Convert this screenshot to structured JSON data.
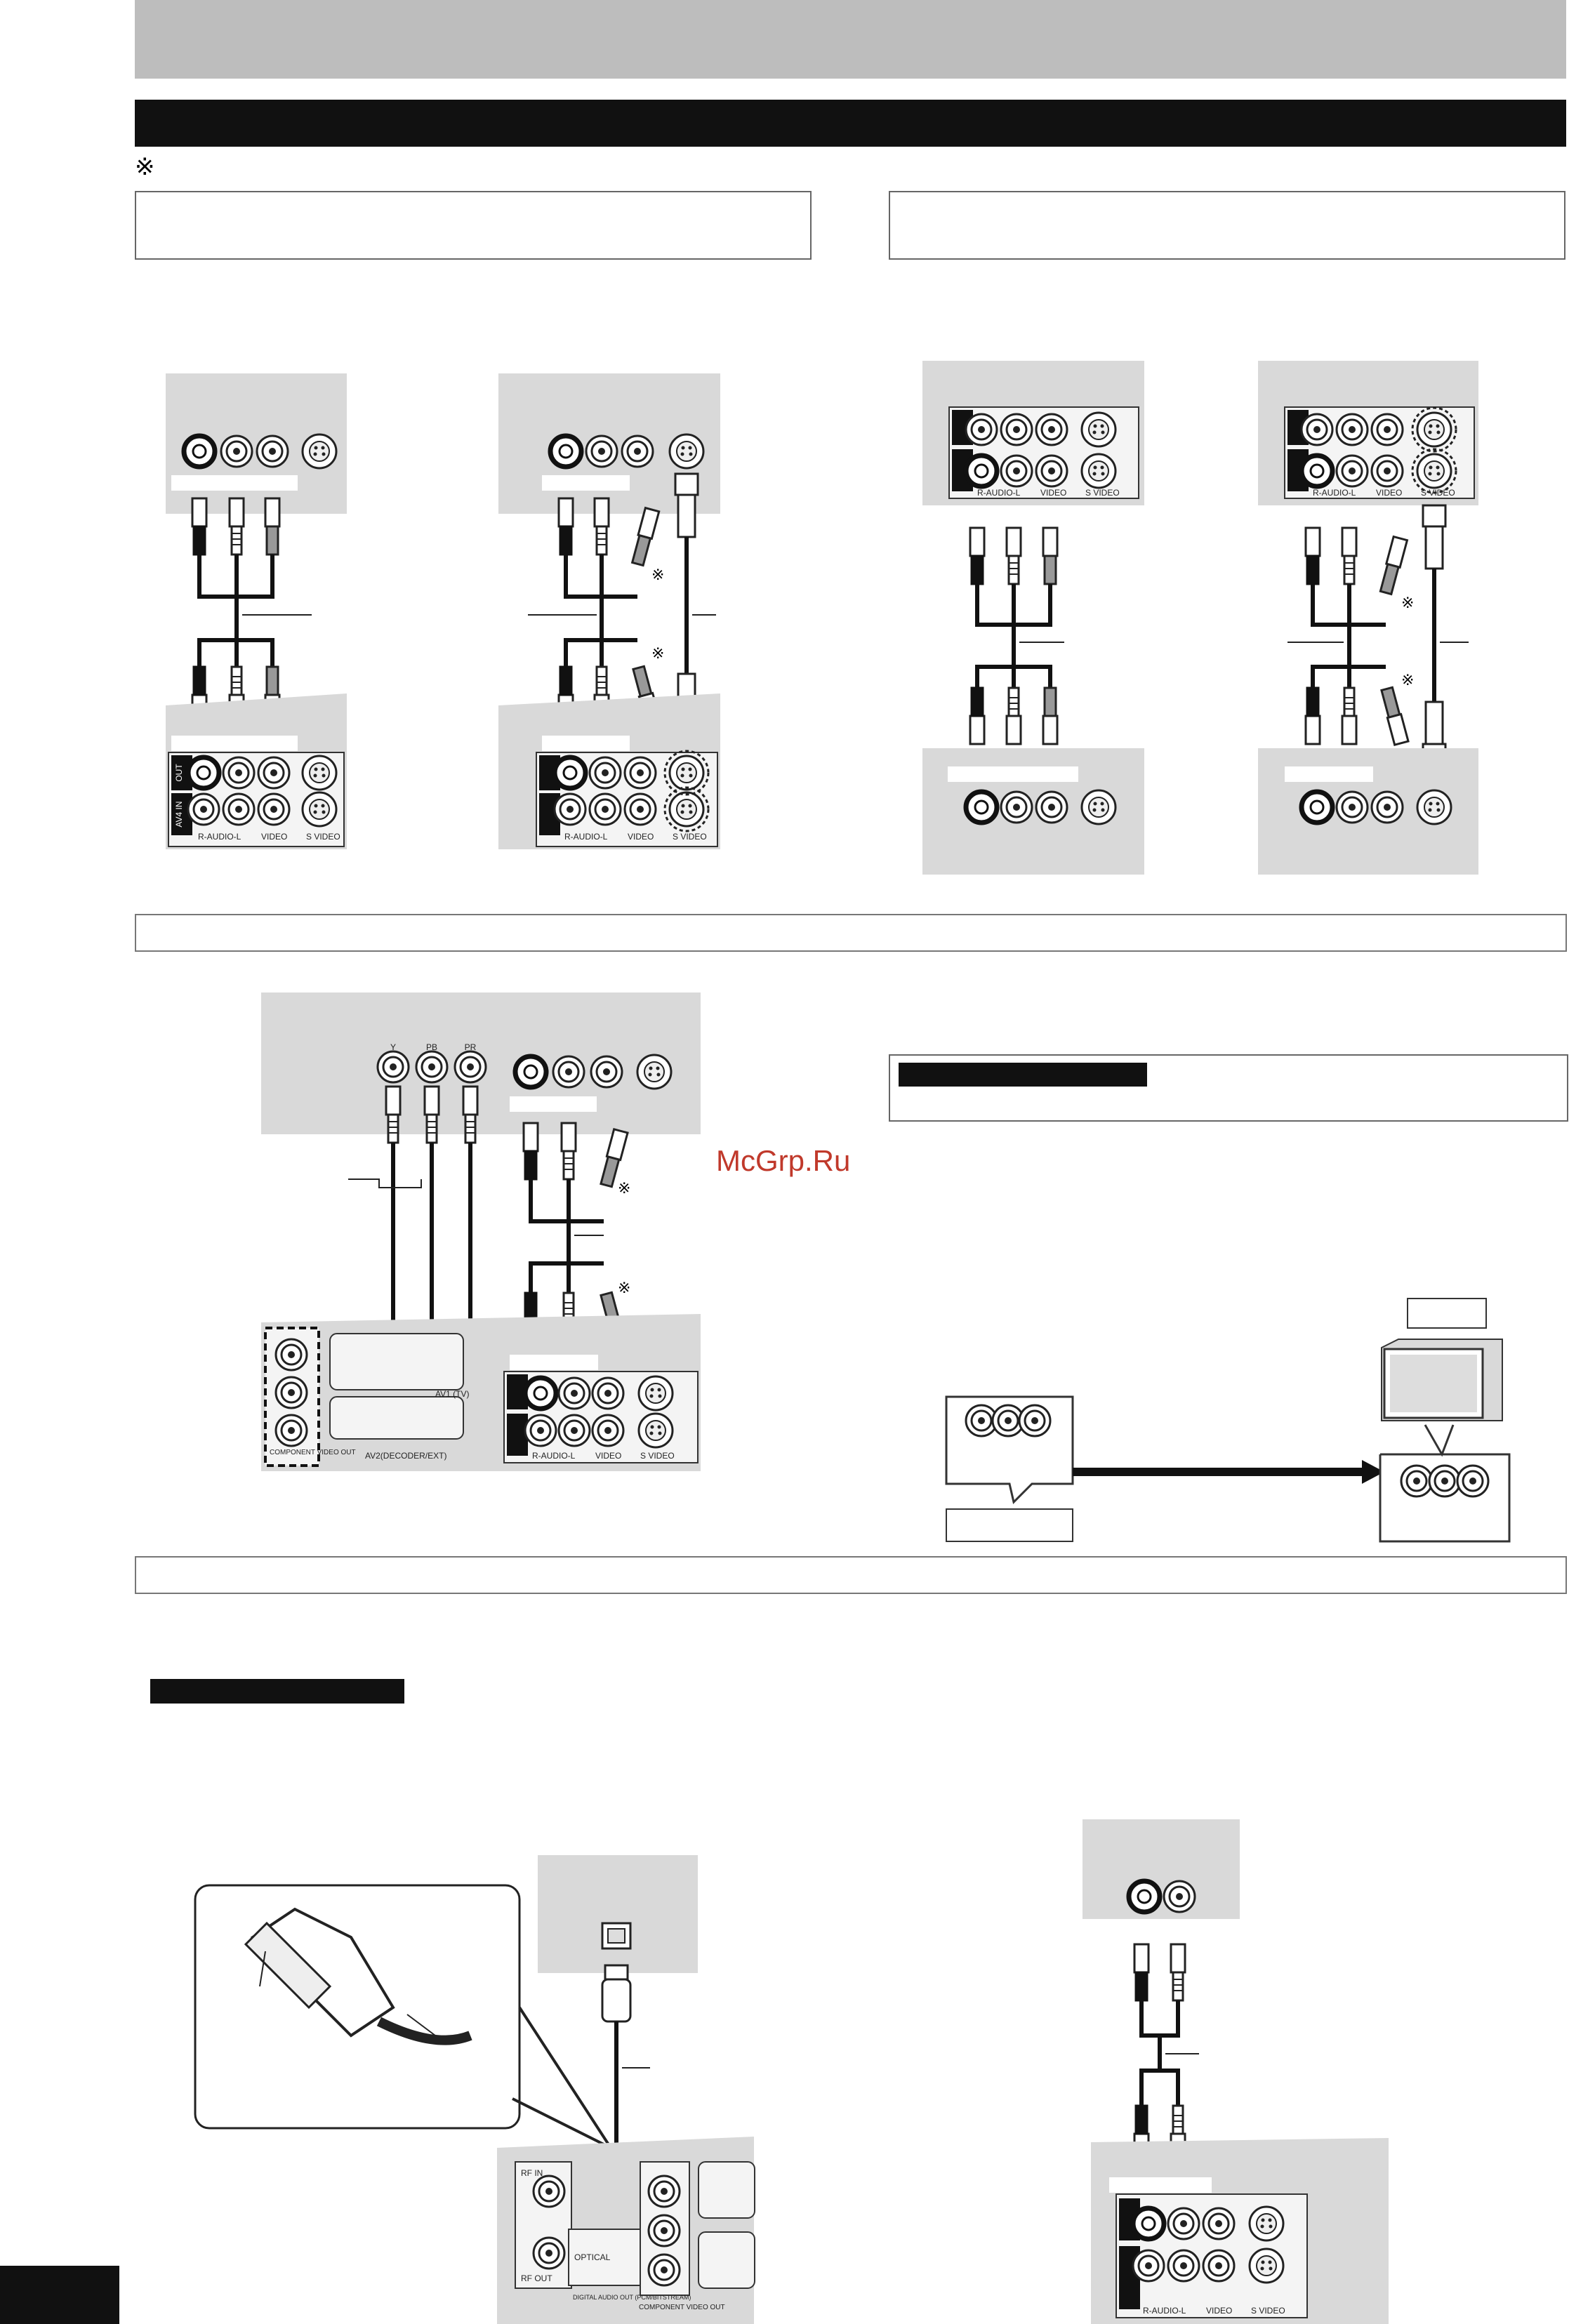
{
  "page": {
    "reference_mark": "※",
    "watermark": "McGrp.Ru"
  },
  "panel_labels": {
    "y": "Y",
    "pb": "PB",
    "pr": "PR",
    "out": "OUT",
    "av4_in": "AV4 IN",
    "r_audio_l": "R-AUDIO-L",
    "video": "VIDEO",
    "s_video": "S VIDEO",
    "av1_tv": "AV1 (TV)",
    "av2": "AV2(DECODER/EXT)",
    "component_video_out": "COMPONENT VIDEO OUT",
    "rf_in": "RF IN",
    "rf_out": "RF OUT",
    "optical": "OPTICAL",
    "digital_audio_out": "DIGITAL AUDIO OUT (PCM/BITSTREAM)",
    "asterisk": "※"
  },
  "colors": {
    "header_gray": "#bdbdbd",
    "bar_black": "#111111",
    "device_gray": "#d9d9d9",
    "watermark_red": "#c0392b"
  },
  "icons": [
    "rca-jack",
    "s-video-jack",
    "rca-plug",
    "s-video-plug",
    "optical-plug",
    "tv-icon",
    "arrow-right"
  ]
}
